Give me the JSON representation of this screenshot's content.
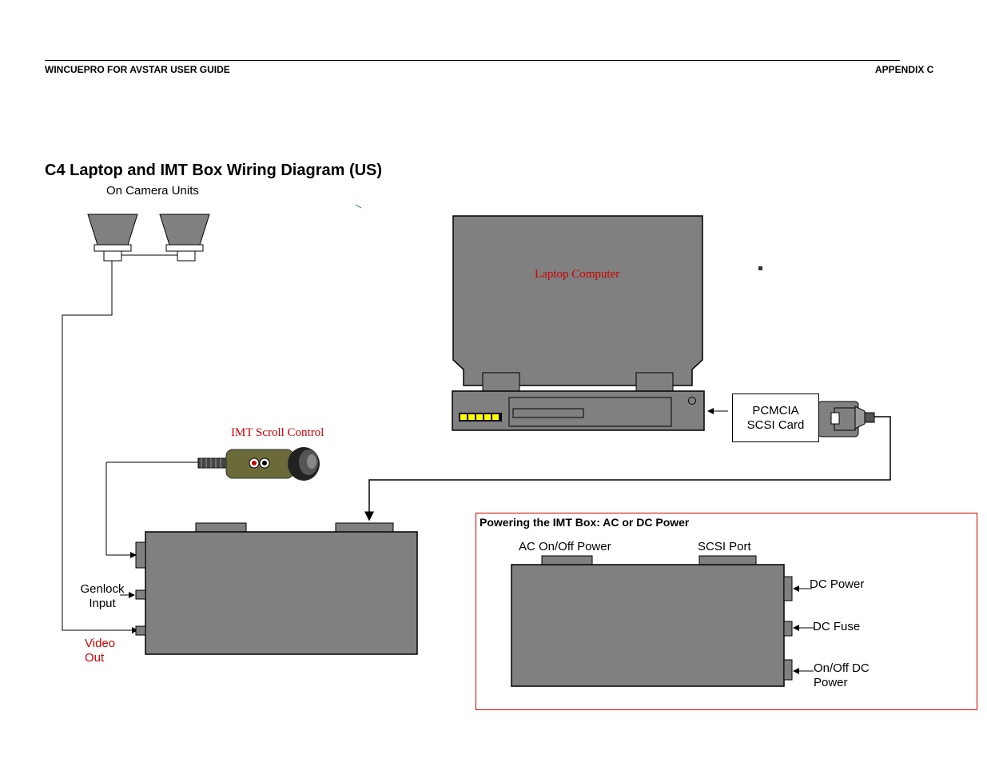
{
  "header": {
    "left": "WINCUEPRO FOR AVSTAR USER GUIDE",
    "right": "APPENDIX C"
  },
  "title": "C4 Laptop and IMT Box Wiring Diagram (US)",
  "labels": {
    "on_camera_units": "On Camera Units",
    "laptop_computer": "Laptop Computer",
    "pcmcia_line1": "PCMCIA",
    "pcmcia_line2": "SCSI Card",
    "imt_scroll_control": "IMT Scroll Control",
    "genlock_line1": "Genlock",
    "genlock_line2": "Input",
    "video_line1": "Video",
    "video_line2": "Out"
  },
  "power_panel": {
    "title": "Powering the IMT Box: AC or DC Power",
    "ac_onoff": "AC On/Off Power",
    "scsi_port": "SCSI Port",
    "dc_power": "DC Power",
    "dc_fuse": "DC Fuse",
    "onoff_dc_line1": "On/Off DC",
    "onoff_dc_line2": "Power"
  },
  "colors": {
    "device_gray": "#808080",
    "accent_red": "#cc0000",
    "led_yellow": "#ffff00",
    "scroll_body": "#6b6b3a"
  }
}
